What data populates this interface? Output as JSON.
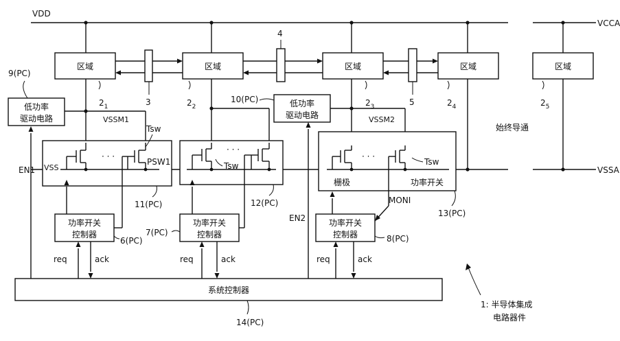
{
  "rails": {
    "vdd": "VDD",
    "vcca": "VCCA",
    "vssa": "VSSA"
  },
  "regions": {
    "label": "区域",
    "ref1": "2",
    "sub1": "1",
    "ref2": "2",
    "sub2": "2",
    "ref3": "2",
    "sub3": "3",
    "ref4": "2",
    "sub4": "4",
    "ref5": "2",
    "sub5": "5"
  },
  "buses": {
    "b3": "3",
    "b4": "4",
    "b5": "5"
  },
  "always_on": "始终导通",
  "low_power_driver": {
    "line1": "低功率",
    "line2": "驱动电路",
    "ref9": "9(PC)",
    "ref10": "10(PC)"
  },
  "vssm": {
    "vssm1": "VSSM1",
    "vssm2": "VSSM2",
    "vss": "VSS"
  },
  "switches": {
    "tsw": "Tsw",
    "psw1": "PSW1",
    "dots": "· · ·",
    "gate": "栅极",
    "power_switch": "功率开关",
    "ref11": "11(PC)",
    "ref12": "12(PC)",
    "ref13": "13(PC)"
  },
  "psc": {
    "line1": "功率开关",
    "line2": "控制器",
    "ref6": "6(PC)",
    "ref7": "7(PC)",
    "ref8": "8(PC)"
  },
  "signals": {
    "en1": "EN1",
    "en2": "EN2",
    "moni": "MONI",
    "req": "req",
    "ack": "ack"
  },
  "system_controller": {
    "label": "系统控制器",
    "ref": "14(PC)"
  },
  "device": {
    "line1": "1: 半导体集成",
    "line2": "电路器件"
  }
}
